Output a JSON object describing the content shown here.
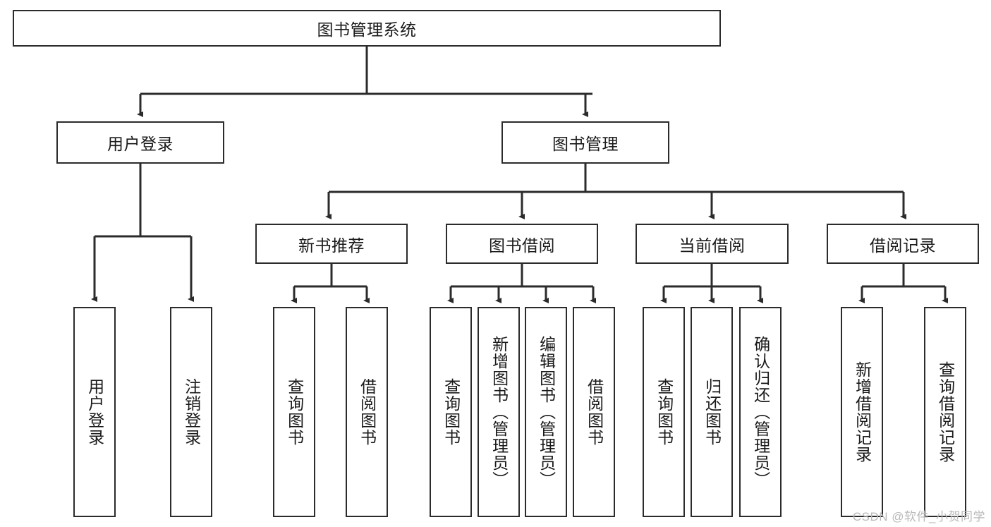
{
  "diagram": {
    "title": "图书管理系统",
    "type": "tree",
    "root": {
      "id": "root",
      "label": "图书管理系统"
    },
    "level2": [
      {
        "id": "user-login",
        "label": "用户登录"
      },
      {
        "id": "book-management",
        "label": "图书管理"
      }
    ],
    "level3": [
      {
        "id": "new-book-recommend",
        "label": "新书推荐",
        "parent": "book-management"
      },
      {
        "id": "book-borrow",
        "label": "图书借阅",
        "parent": "book-management"
      },
      {
        "id": "current-borrow",
        "label": "当前借阅",
        "parent": "book-management"
      },
      {
        "id": "borrow-record",
        "label": "借阅记录",
        "parent": "book-management"
      }
    ],
    "leaves": [
      {
        "id": "leaf-user-login",
        "label": "用户登录",
        "parent": "user-login"
      },
      {
        "id": "leaf-logout-login",
        "label": "注销登录",
        "parent": "user-login"
      },
      {
        "id": "leaf-query-book-1",
        "label": "查询图书",
        "parent": "new-book-recommend"
      },
      {
        "id": "leaf-borrow-book-1",
        "label": "借阅图书",
        "parent": "new-book-recommend"
      },
      {
        "id": "leaf-query-book-2",
        "label": "查询图书",
        "parent": "book-borrow"
      },
      {
        "id": "leaf-add-book",
        "label": "新增图书（管理员）",
        "parent": "book-borrow"
      },
      {
        "id": "leaf-edit-book",
        "label": "编辑图书（管理员）",
        "parent": "book-borrow"
      },
      {
        "id": "leaf-borrow-book-2",
        "label": "借阅图书",
        "parent": "book-borrow"
      },
      {
        "id": "leaf-query-book-3",
        "label": "查询图书",
        "parent": "current-borrow"
      },
      {
        "id": "leaf-return-book",
        "label": "归还图书",
        "parent": "current-borrow"
      },
      {
        "id": "leaf-confirm-return",
        "label": "确认归还（管理员）",
        "parent": "current-borrow"
      },
      {
        "id": "leaf-add-record",
        "label": "新增借阅记录",
        "parent": "borrow-record"
      },
      {
        "id": "leaf-query-record",
        "label": "查询借阅记录",
        "parent": "borrow-record"
      }
    ],
    "colors": {
      "stroke": "#2b2b2b",
      "fill": "#ffffff",
      "text": "#1a1a1a",
      "watermark": "#b9b9b9"
    }
  },
  "watermark": {
    "text": "CSDN @软件_小贺同学"
  }
}
